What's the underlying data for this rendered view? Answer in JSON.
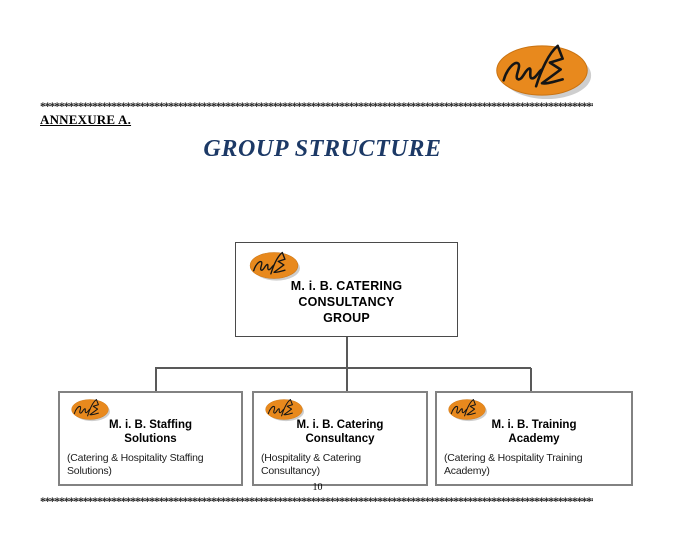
{
  "colors": {
    "title_navy": "#1C3966",
    "logo_orange": "#E8891D",
    "logo_ink": "#151515",
    "connector_gray": "#595959",
    "root_border": "#4A4A4A",
    "child_border": "#828282"
  },
  "header": {
    "annexure_label": "ANNEXURE A.",
    "title": "GROUP STRUCTURE"
  },
  "dividers": {
    "asterisk_row": "****************************************************************************************************************************************************************"
  },
  "org_chart": {
    "root": {
      "title_lines": [
        "M. i. B. CATERING",
        "CONSULTANCY",
        "GROUP"
      ]
    },
    "children": [
      {
        "title_lines": [
          "M. i. B. Staffing",
          "Solutions"
        ],
        "subtitle": "(Catering & Hospitality Staffing Solutions)"
      },
      {
        "title_lines": [
          "M. i. B. Catering",
          "Consultancy"
        ],
        "subtitle": "(Hospitality & Catering Consultancy)"
      },
      {
        "title_lines": [
          "M. i. B. Training",
          "Academy"
        ],
        "subtitle": "(Catering & Hospitality Training Academy)"
      }
    ]
  },
  "footer": {
    "page_number": "10"
  }
}
